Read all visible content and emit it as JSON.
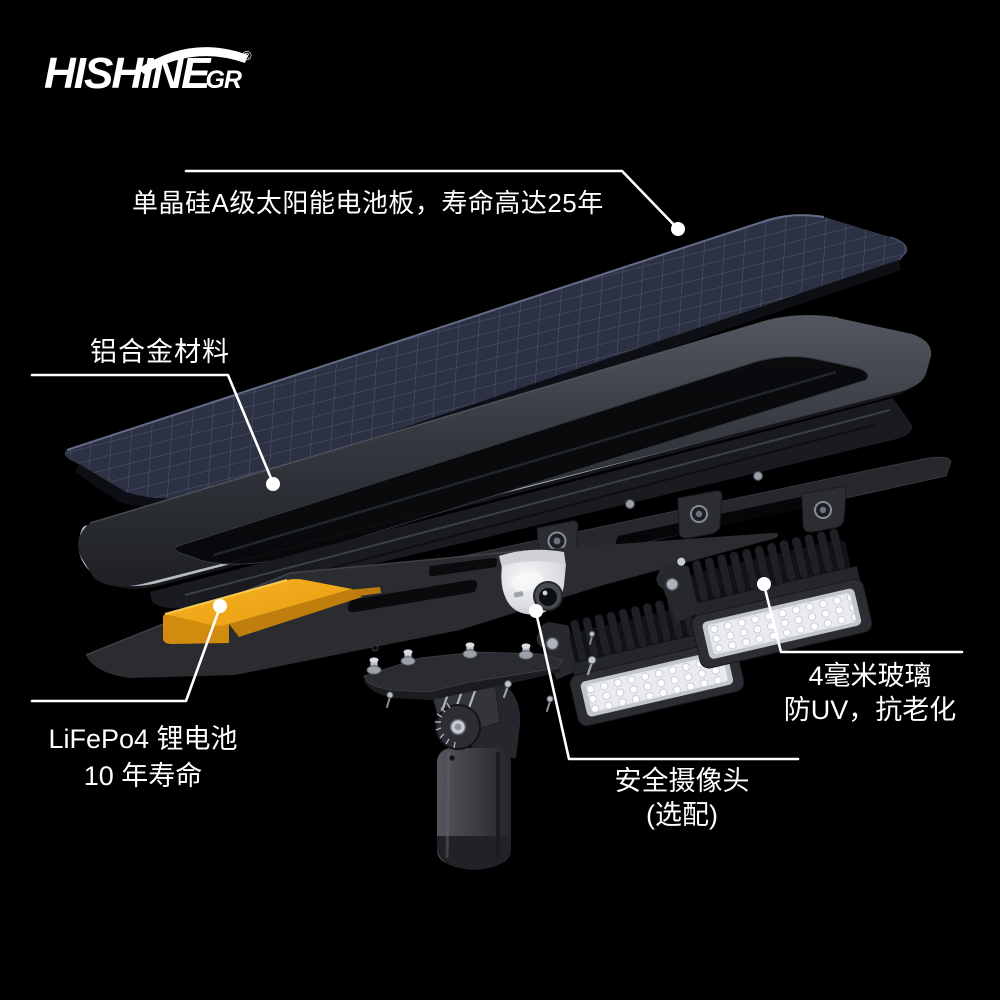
{
  "logo": {
    "brand": "HISHINE",
    "suffix": "GR",
    "registered": "®"
  },
  "callouts": {
    "solar_panel": {
      "text": "单晶硅A级太阳能电池板，寿命高达25年"
    },
    "aluminum": {
      "text": "铝合金材料"
    },
    "battery": {
      "line1": "LiFePo4 锂电池",
      "line2": "10 年寿命"
    },
    "camera": {
      "line1": "安全摄像头",
      "line2": "(选配)"
    },
    "glass": {
      "line1": "4毫米玻璃",
      "line2": "防UV，抗老化"
    }
  },
  "colors": {
    "background": "#000000",
    "text": "#ffffff",
    "leader_line": "#ffffff",
    "battery_yellow": "#F2A81B",
    "solar_panel_navy": "#2C3144",
    "housing_gray": "#3A3D44",
    "metal_silver": "#B7BCC3",
    "camera_white": "#E9EAEC"
  }
}
